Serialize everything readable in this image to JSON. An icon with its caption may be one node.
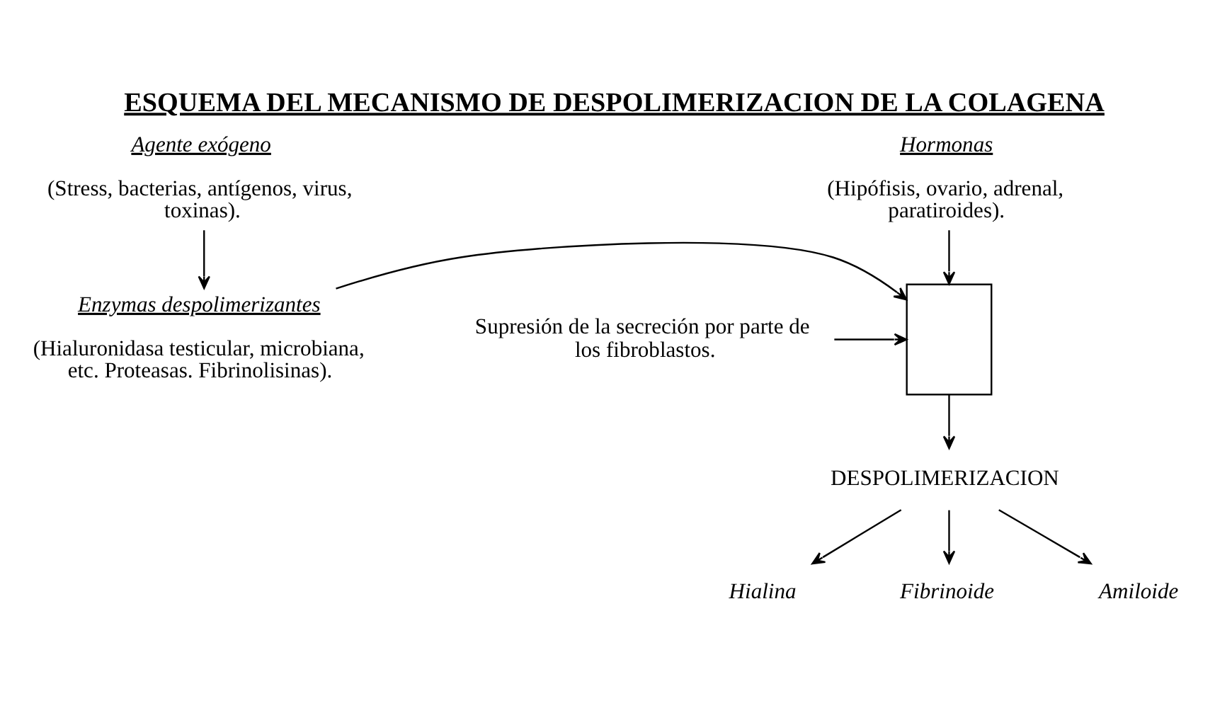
{
  "diagram": {
    "title": "ESQUEMA DEL MECANISMO DE DESPOLIMERIZACION DE LA COLAGENA",
    "nodes": [
      {
        "text": [
          "Agente exógeno",
          "(Stress, bacterias, antígenos, virus, toxinas)."
        ]
      },
      {
        "text": [
          "Hormonas",
          "(Hipófisis, ovario, adrenal, paratiroides)."
        ]
      },
      {
        "text": [
          "Enzymas despolimerizantes",
          "(Hialuronidasa testicular, microbiana, etc. Proteasas. Fibrinolisinas)."
        ]
      },
      {
        "text": [],
        "shape": "box"
      },
      {
        "text": [
          "Supresión de la secreción por parte de los fibroblastos."
        ]
      },
      {
        "text": [
          "DESPOLIMERIZACION"
        ]
      },
      {
        "text": [
          "Hialina"
        ]
      },
      {
        "text": [
          "Fibrinoide"
        ]
      },
      {
        "text": [
          "Amiloide"
        ]
      }
    ],
    "edges": [
      {
        "from": 0,
        "to": 2,
        "arrow": "to"
      },
      {
        "from": 1,
        "to": 3,
        "arrow": "to"
      },
      {
        "from": 2,
        "to": 3,
        "arrow": "to"
      },
      {
        "from": 4,
        "to": 3,
        "arrow": "to"
      },
      {
        "from": 3,
        "to": 5,
        "arrow": "to"
      },
      {
        "from": 5,
        "to": 6,
        "arrow": "to"
      },
      {
        "from": 5,
        "to": 7,
        "arrow": "to"
      },
      {
        "from": 5,
        "to": 8,
        "arrow": "to"
      }
    ]
  }
}
